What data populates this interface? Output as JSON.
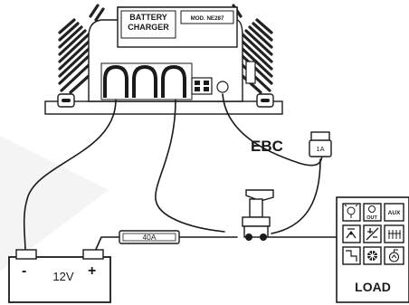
{
  "charger": {
    "title_line1": "BATTERY",
    "title_line2": "CHARGER",
    "model": "MOD. NE287"
  },
  "ebc_label": "EBC",
  "fuse_small_label": "1A",
  "fuse_main_label": "40A",
  "battery": {
    "voltage": "12V",
    "minus": "-",
    "plus": "+"
  },
  "load": {
    "label": "LOAD",
    "aux_label": "AUX",
    "out_label": "OUT",
    "icons": [
      "lamp-icon",
      "lamp-out-icon",
      "aux-icon",
      "fan-icon",
      "light-rays-icon",
      "heater-icon",
      "step-icon",
      "snowflake-icon",
      "pump-icon"
    ]
  }
}
